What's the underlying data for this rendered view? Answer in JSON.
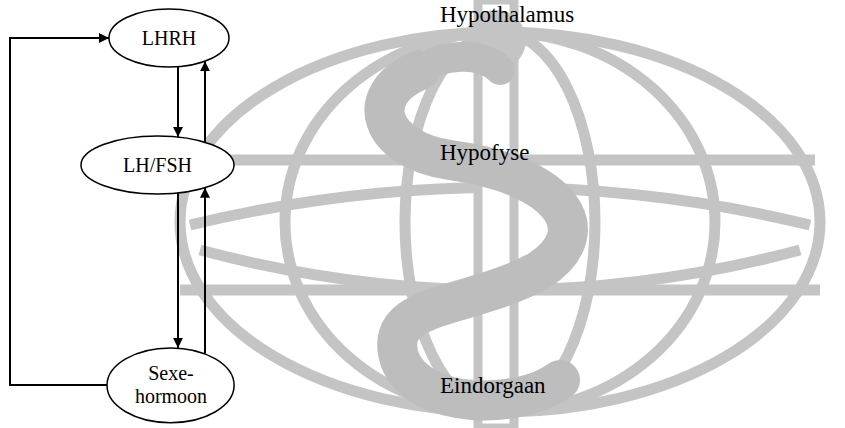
{
  "diagram": {
    "nodes": [
      {
        "text": [
          "LHRH"
        ]
      },
      {
        "text": [
          "LH/FSH"
        ]
      },
      {
        "text": [
          "Sexe- hormoon"
        ]
      }
    ],
    "edges": [
      {
        "from": 0,
        "to": 1,
        "arrow": "to"
      },
      {
        "from": 1,
        "to": 0,
        "arrow": "to"
      },
      {
        "from": 1,
        "to": 2,
        "arrow": "to"
      },
      {
        "from": 2,
        "to": 1,
        "arrow": "to"
      },
      {
        "from": 2,
        "to": 0,
        "arrow": "to"
      }
    ],
    "labels": [
      "Hypothalamus",
      "Hypofyse",
      "Eindorgaan"
    ]
  }
}
